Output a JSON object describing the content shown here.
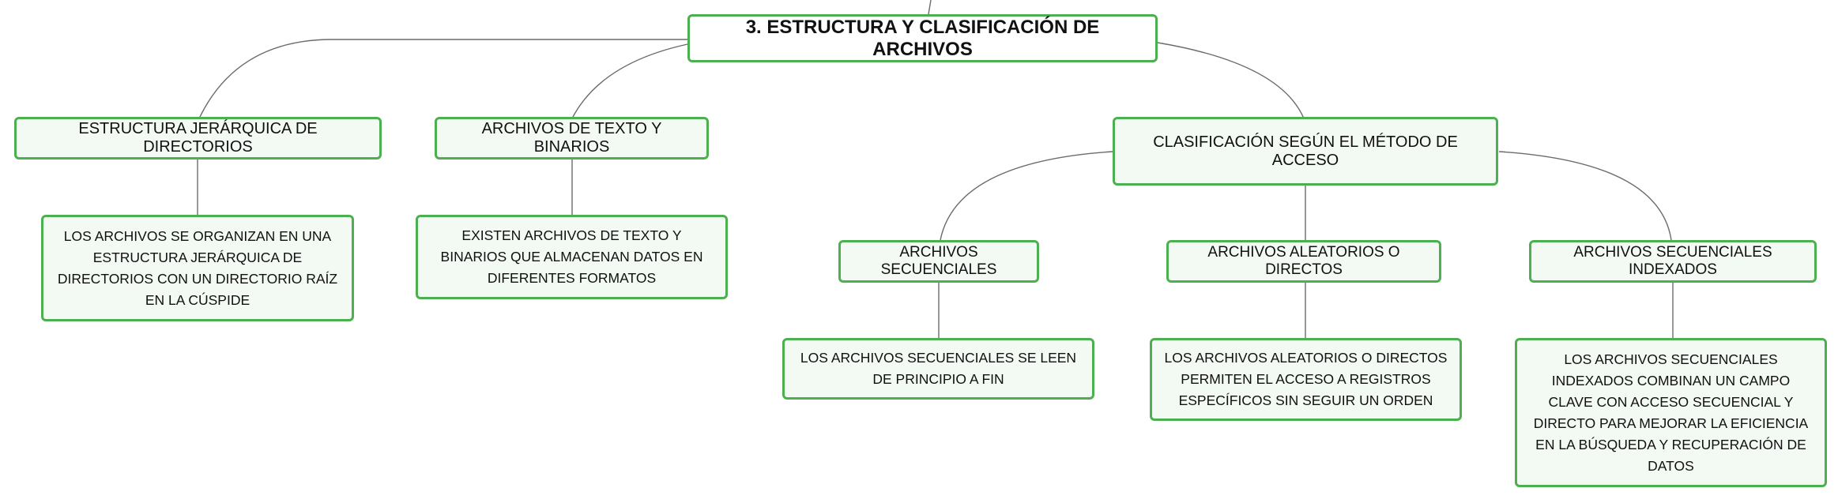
{
  "mindmap": {
    "root": {
      "label": "3. ESTRUCTURA Y CLASIFICACIÓN DE ARCHIVOS"
    },
    "branches": [
      {
        "label": "ESTRUCTURA JERÁRQUICA DE DIRECTORIOS",
        "detail": "LOS ARCHIVOS SE ORGANIZAN EN UNA ESTRUCTURA JERÁRQUICA DE DIRECTORIOS CON UN DIRECTORIO RAÍZ EN LA CÚSPIDE"
      },
      {
        "label": "ARCHIVOS DE TEXTO Y BINARIOS",
        "detail": "EXISTEN ARCHIVOS DE TEXTO Y BINARIOS QUE ALMACENAN DATOS EN DIFERENTES FORMATOS"
      },
      {
        "label": "CLASIFICACIÓN SEGÚN EL MÉTODO DE ACCESO",
        "children": [
          {
            "label": "ARCHIVOS SECUENCIALES",
            "detail": "LOS ARCHIVOS SECUENCIALES SE LEEN DE PRINCIPIO A FIN"
          },
          {
            "label": "ARCHIVOS ALEATORIOS O DIRECTOS",
            "detail": "LOS ARCHIVOS ALEATORIOS O DIRECTOS PERMITEN EL ACCESO A REGISTROS ESPECÍFICOS SIN SEGUIR UN ORDEN"
          },
          {
            "label": "ARCHIVOS SECUENCIALES INDEXADOS",
            "detail": "LOS ARCHIVOS SECUENCIALES INDEXADOS COMBINAN UN CAMPO CLAVE CON ACCESO SECUENCIAL Y DIRECTO PARA MEJORAR LA EFICIENCIA EN LA BÚSQUEDA Y RECUPERACIÓN DE DATOS"
          }
        ]
      }
    ]
  },
  "colors": {
    "node_border": "#4caf50",
    "node_fill": "#f3f9f3",
    "connector": "#6b6b6b",
    "text": "#111111"
  }
}
